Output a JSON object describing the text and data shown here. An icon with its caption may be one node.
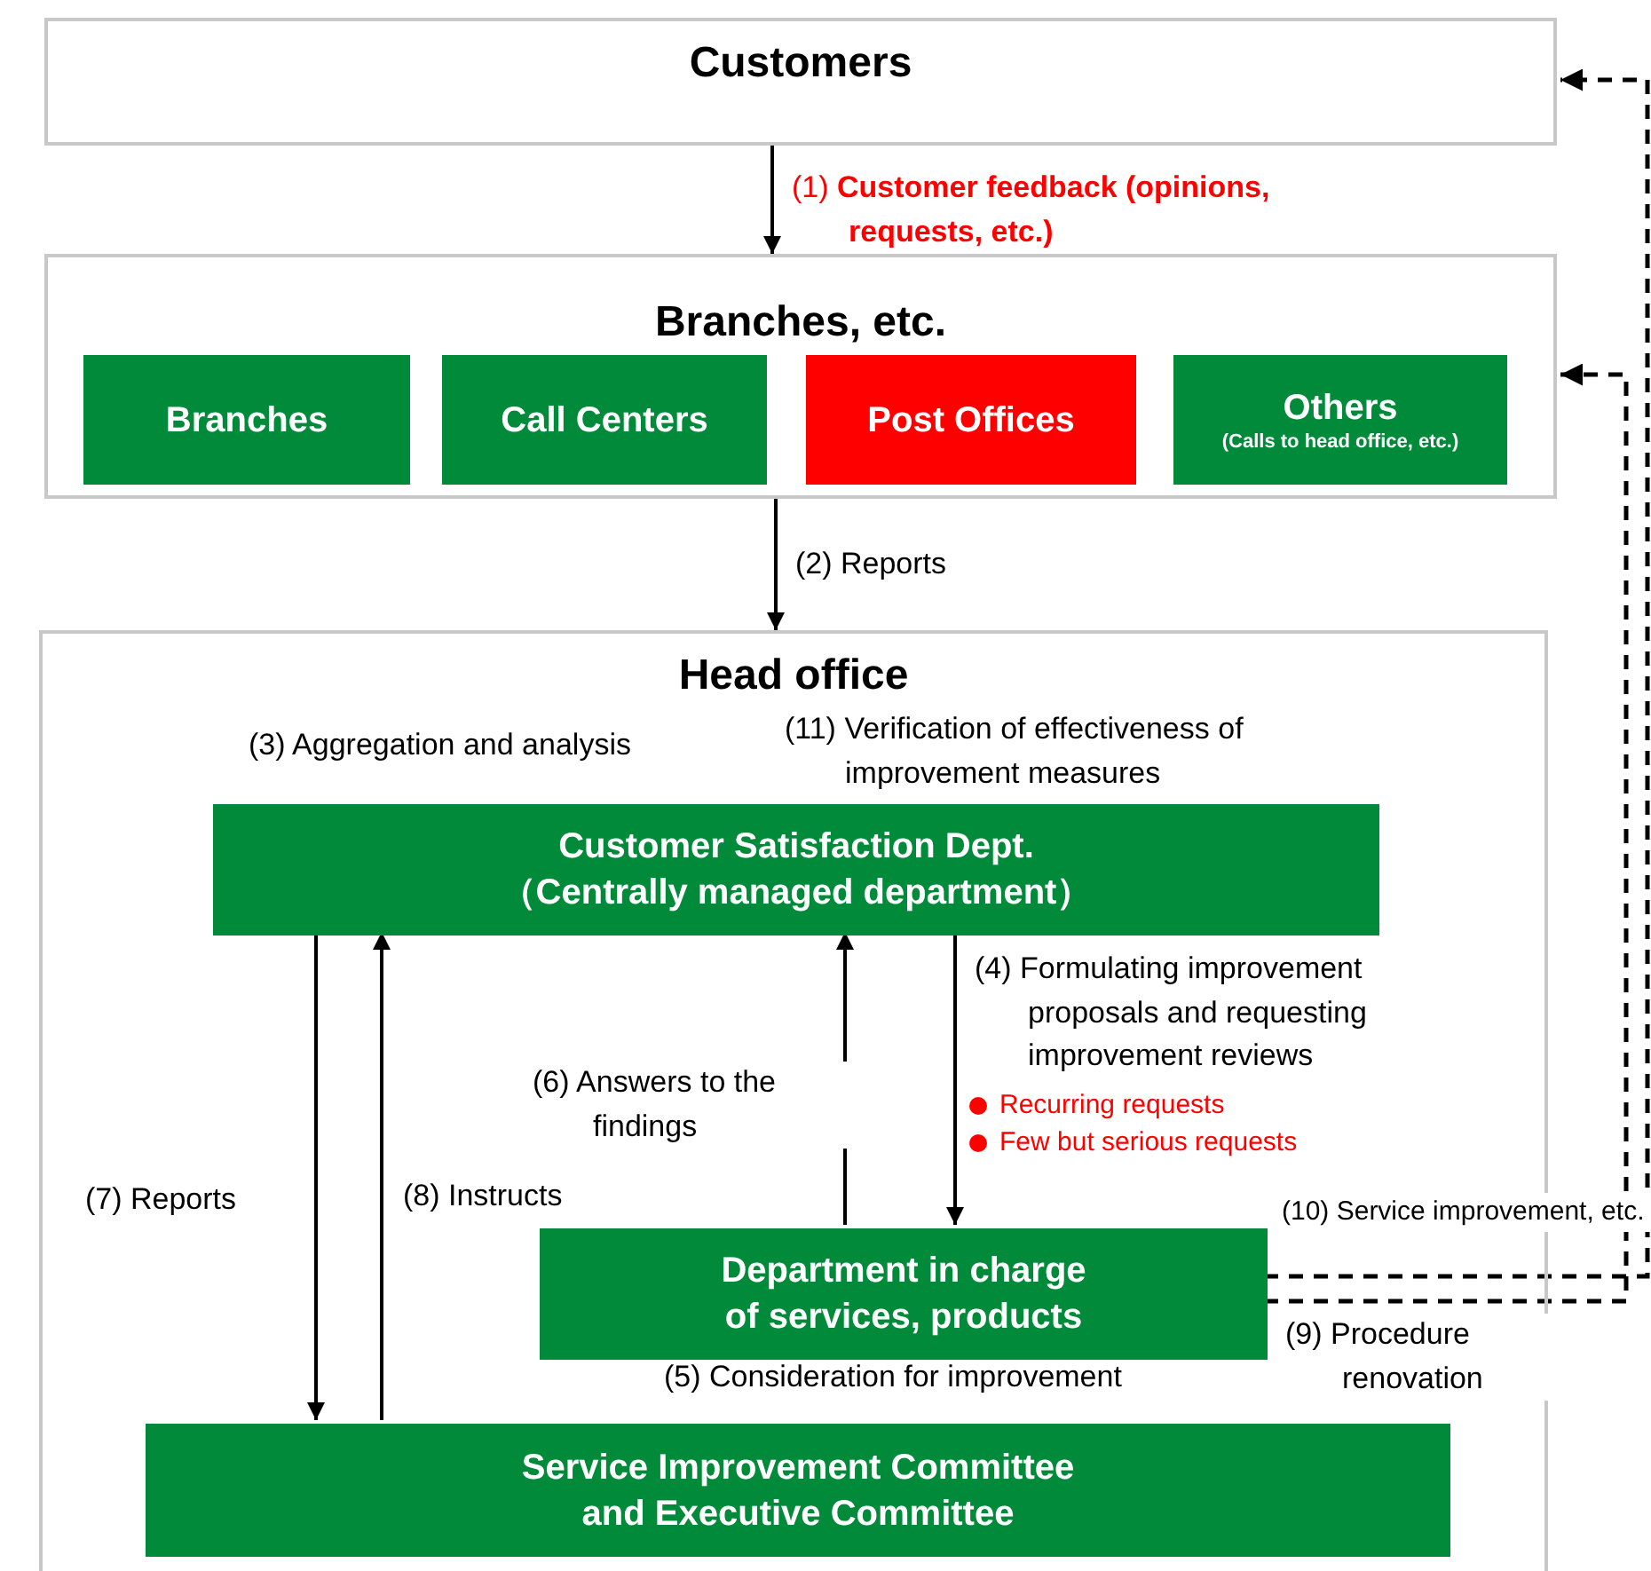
{
  "diagram": {
    "nodes": [
      {
        "text": [
          "Customers"
        ]
      },
      {
        "text": [
          "Branches, etc."
        ]
      },
      {
        "text": [
          "Branches"
        ],
        "in": 1
      },
      {
        "text": [
          "Call Centers"
        ],
        "in": 1
      },
      {
        "text": [
          "Post Offices"
        ],
        "in": 1
      },
      {
        "text": [
          "Others",
          "(Calls to head office, etc.)"
        ],
        "in": 1
      },
      {
        "text": [
          "Head office"
        ]
      },
      {
        "text": [
          "Customer Satisfaction Dept. （Centrally managed department）"
        ],
        "in": 6
      },
      {
        "text": [
          "Department in charge of services, products"
        ],
        "in": 6,
        "beside": [
          "(5) Consideration for improvement"
        ]
      },
      {
        "text": [
          "Service Improvement Committee and Executive Committee"
        ],
        "in": 6
      }
    ],
    "edges": [
      {
        "from": 0,
        "to": 1,
        "arrow": "to",
        "label": "(1) **Customer feedback (opinions, requests, etc.)**"
      },
      {
        "from": 1,
        "to": 6,
        "arrow": "to",
        "label": "(2) Reports"
      },
      {
        "from": 7,
        "to": 9,
        "arrow": "to",
        "label": "(7) Reports"
      },
      {
        "from": 9,
        "to": 7,
        "arrow": "to",
        "label": "(8) Instructs"
      },
      {
        "from": 8,
        "to": 7,
        "arrow": "to",
        "label": "(6) Answers to the findings"
      },
      {
        "from": 7,
        "to": 8,
        "arrow": "to",
        "label": "(4) Formulating improvement proposals and requesting improvement reviews"
      },
      {
        "from": 8,
        "to": 0,
        "arrow": "to",
        "style": "dashed",
        "label": "(10) Service improvement, etc."
      },
      {
        "from": 8,
        "to": 1,
        "arrow": "to",
        "style": "dashed",
        "label": "(9) Procedure renovation"
      }
    ],
    "labels": [
      "(3) Aggregation and analysis",
      "(11) Verification of effectiveness of improvement measures",
      "Recurring requests",
      "Few but serious requests"
    ]
  }
}
